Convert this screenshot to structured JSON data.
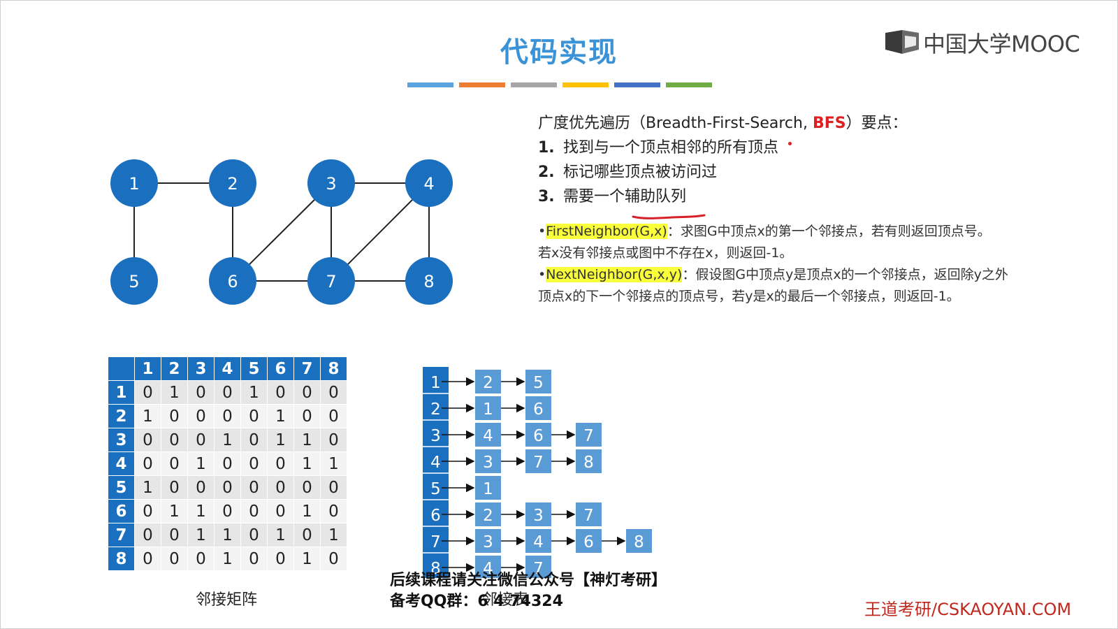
{
  "title": "代码实现",
  "color_bar": [
    "#5ba3de",
    "#ec7d31",
    "#a5a5a5",
    "#ffc000",
    "#4472c4",
    "#70ad47"
  ],
  "logo": {
    "text": "中国大学MOOC",
    "icon": "mooc-book-icon"
  },
  "graph": {
    "node_color": "#1a6fbf",
    "nodes": [
      "1",
      "2",
      "3",
      "4",
      "5",
      "6",
      "7",
      "8"
    ],
    "edges": [
      [
        "1",
        "2"
      ],
      [
        "1",
        "5"
      ],
      [
        "2",
        "6"
      ],
      [
        "3",
        "4"
      ],
      [
        "3",
        "6"
      ],
      [
        "3",
        "7"
      ],
      [
        "4",
        "7"
      ],
      [
        "4",
        "8"
      ],
      [
        "6",
        "7"
      ],
      [
        "7",
        "8"
      ]
    ]
  },
  "bfs": {
    "heading_pre": "广度优先遍历（Breadth-First-Search, ",
    "heading_bfs": "BFS",
    "heading_post": "）要点：",
    "points": [
      {
        "num": "1.",
        "text": "找到与一个顶点相邻的所有顶点"
      },
      {
        "num": "2.",
        "text": "标记哪些顶点被访问过"
      },
      {
        "num": "3.",
        "text": "需要一个辅助队列"
      }
    ]
  },
  "funcs": {
    "first_name": "FirstNeighbor(G,x)",
    "first_desc1": "：求图G中顶点x的第一个邻接点，若有则返回顶点号。",
    "first_desc2": "若x没有邻接点或图中不存在x，则返回-1。",
    "next_name": "NextNeighbor(G,x,y)",
    "next_desc1": "：假设图G中顶点y是顶点x的一个邻接点，返回除y之外",
    "next_desc2": "顶点x的下一个邻接点的顶点号，若y是x的最后一个邻接点，则返回-1。"
  },
  "matrix": {
    "headers": [
      "1",
      "2",
      "3",
      "4",
      "5",
      "6",
      "7",
      "8"
    ],
    "rows": [
      [
        "0",
        "1",
        "0",
        "0",
        "1",
        "0",
        "0",
        "0"
      ],
      [
        "1",
        "0",
        "0",
        "0",
        "0",
        "1",
        "0",
        "0"
      ],
      [
        "0",
        "0",
        "0",
        "1",
        "0",
        "1",
        "1",
        "0"
      ],
      [
        "0",
        "0",
        "1",
        "0",
        "0",
        "0",
        "1",
        "1"
      ],
      [
        "1",
        "0",
        "0",
        "0",
        "0",
        "0",
        "0",
        "0"
      ],
      [
        "0",
        "1",
        "1",
        "0",
        "0",
        "0",
        "1",
        "0"
      ],
      [
        "0",
        "0",
        "1",
        "1",
        "0",
        "1",
        "0",
        "1"
      ],
      [
        "0",
        "0",
        "0",
        "1",
        "0",
        "0",
        "1",
        "0"
      ]
    ],
    "label": "邻接矩阵"
  },
  "adj_list": {
    "rows": [
      {
        "vertex": "1",
        "neighbors": [
          "2",
          "5"
        ]
      },
      {
        "vertex": "2",
        "neighbors": [
          "1",
          "6"
        ]
      },
      {
        "vertex": "3",
        "neighbors": [
          "4",
          "6",
          "7"
        ]
      },
      {
        "vertex": "4",
        "neighbors": [
          "3",
          "7",
          "8"
        ]
      },
      {
        "vertex": "5",
        "neighbors": [
          "1"
        ]
      },
      {
        "vertex": "6",
        "neighbors": [
          "2",
          "3",
          "7"
        ]
      },
      {
        "vertex": "7",
        "neighbors": [
          "3",
          "4",
          "6",
          "8"
        ]
      },
      {
        "vertex": "8",
        "neighbors": [
          "4",
          "7"
        ]
      }
    ],
    "label": "邻接表",
    "head_color": "#1a6fbf",
    "node_color": "#5b9bd5"
  },
  "footer": {
    "line1": "后续课程请关注微信公众号【神灯考研】",
    "line2": "备考QQ群：6 4 74324"
  },
  "brand": "王道考研/CSKAOYAN.COM"
}
